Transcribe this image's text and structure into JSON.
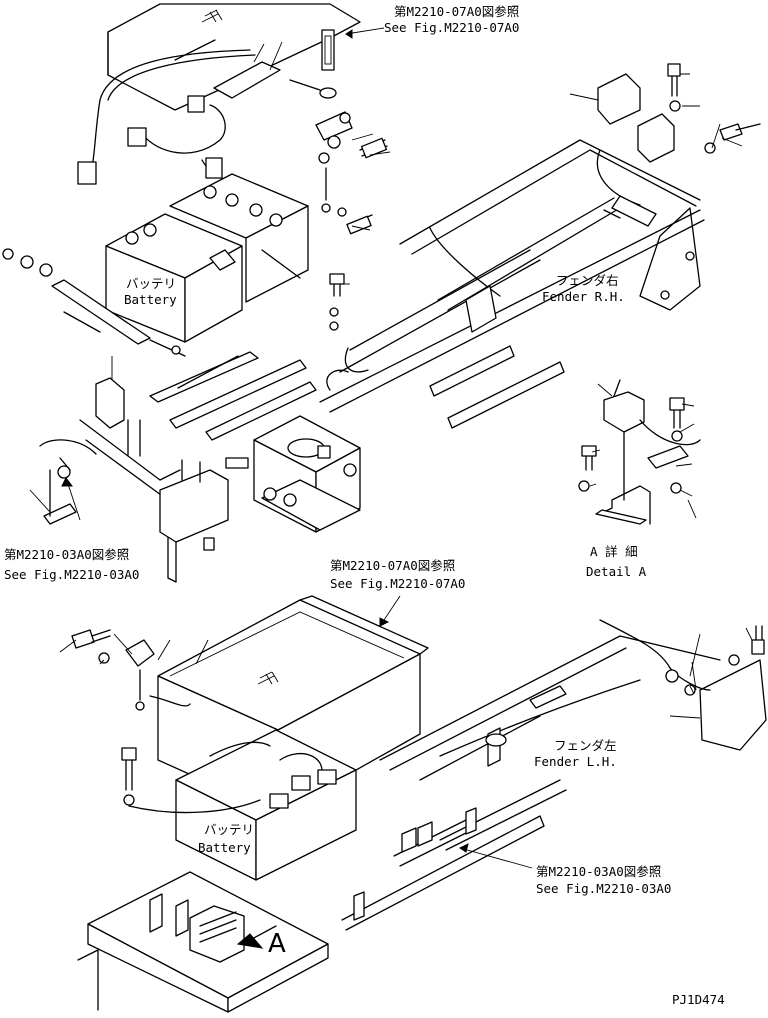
{
  "labels": {
    "top_ref_jp": "第M2210-07A0図参照",
    "top_ref_en": "See Fig.M2210-07A0",
    "battery_top_jp": "バッテリ",
    "battery_top_en": "Battery",
    "fender_rh_jp": "フェンダ右",
    "fender_rh_en": "Fender R.H.",
    "left_ref_jp": "第M2210-03A0図参照",
    "left_ref_en": "See Fig.M2210-03A0",
    "detail_jp": "A 詳 細",
    "detail_en": "Detail A",
    "mid_ref_jp": "第M2210-07A0図参照",
    "mid_ref_en": "See Fig.M2210-07A0",
    "fender_lh_jp": "フェンダ左",
    "fender_lh_en": "Fender L.H.",
    "battery_bottom_jp": "バッテリ",
    "battery_bottom_en": "Battery",
    "bottom_ref_jp": "第M2210-03A0図参照",
    "bottom_ref_en": "See Fig.M2210-03A0",
    "view_marker": "A",
    "drawing_code": "PJ1D474"
  }
}
